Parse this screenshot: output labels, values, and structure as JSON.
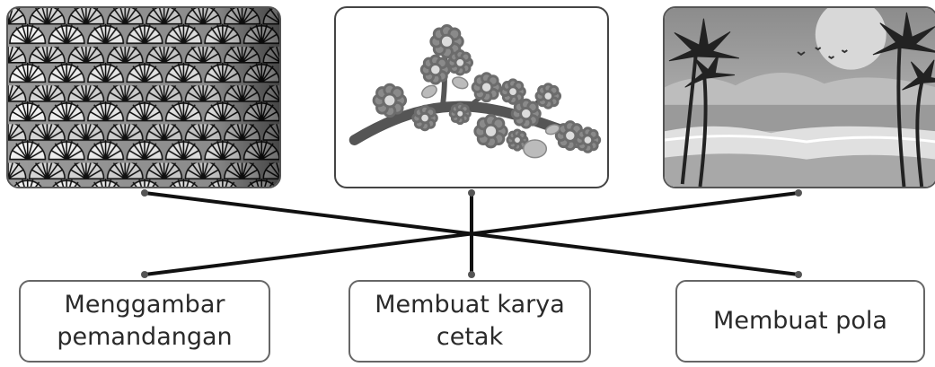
{
  "images": [
    {
      "name": "pattern-image",
      "subject": "repeating shell / fan pattern"
    },
    {
      "name": "branch-image",
      "subject": "flowering branch print"
    },
    {
      "name": "beach-image",
      "subject": "beach landscape with palm trees"
    }
  ],
  "labels": [
    {
      "text": "Menggambar\npemandangan"
    },
    {
      "text": "Membuat karya\ncetak"
    },
    {
      "text": "Membuat pola"
    }
  ],
  "connections": [
    {
      "from": "pattern-image",
      "to": "Membuat pola"
    },
    {
      "from": "branch-image",
      "to": "Membuat karya cetak"
    },
    {
      "from": "beach-image",
      "to": "Menggambar pemandangan"
    }
  ],
  "colors": {
    "line": "#111111",
    "dot": "#555555",
    "border": "#555555",
    "text": "#2a2a2a"
  }
}
